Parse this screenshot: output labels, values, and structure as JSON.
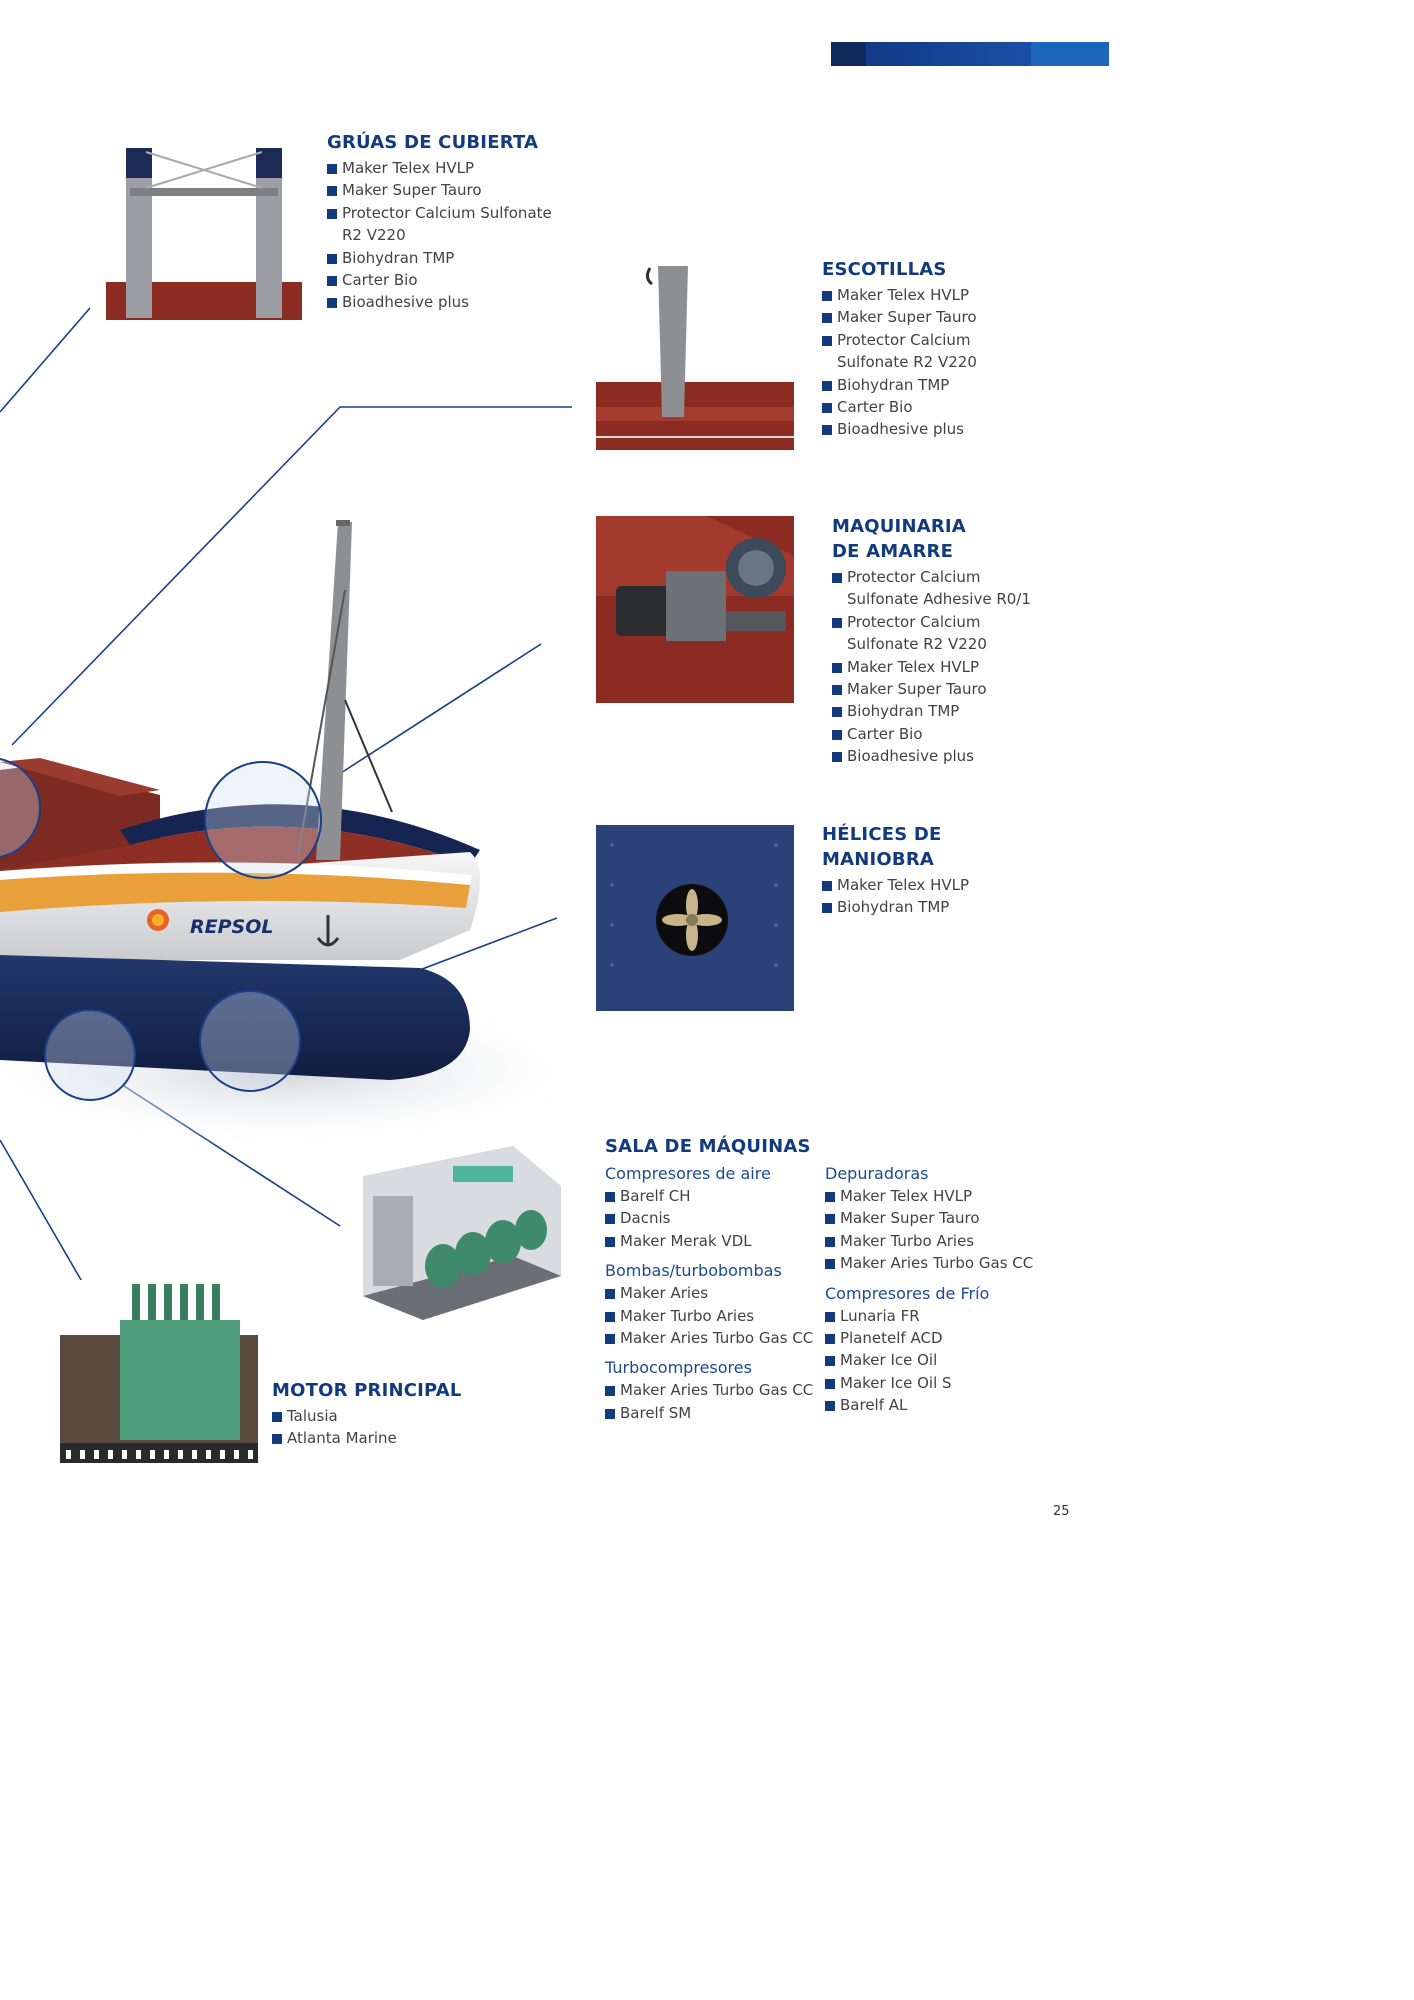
{
  "brand": {
    "primary": "#123a7e",
    "accent": "#1c66be"
  },
  "page_number": "25",
  "ship": {
    "hull_text": "REPSOL"
  },
  "gruas": {
    "title": "GRÚAS DE CUBIERTA",
    "items": [
      "Maker Telex HVLP",
      "Maker Super Tauro",
      "Protector Calcium Sulfonate\nR2 V220",
      "Biohydran TMP",
      "Carter Bio",
      "Bioadhesive plus"
    ]
  },
  "escotillas": {
    "title": "ESCOTILLAS",
    "items": [
      "Maker Telex HVLP",
      "Maker Super Tauro",
      "Protector Calcium\nSulfonate R2 V220",
      "Biohydran TMP",
      "Carter Bio",
      "Bioadhesive plus"
    ]
  },
  "amarre": {
    "title_line1": "MAQUINARIA",
    "title_line2": "DE AMARRE",
    "items": [
      "Protector Calcium\nSulfonate Adhesive R0/1",
      "Protector Calcium\nSulfonate R2 V220",
      "Maker Telex HVLP",
      "Maker Super Tauro",
      "Biohydran TMP",
      "Carter Bio",
      "Bioadhesive plus"
    ]
  },
  "helices": {
    "title_line1": "HÉLICES DE",
    "title_line2": "MANIOBRA",
    "items": [
      "Maker Telex HVLP",
      "Biohydran TMP"
    ]
  },
  "sala": {
    "title": "SALA DE MÁQUINAS",
    "compresores_aire": {
      "label": "Compresores de aire",
      "items": [
        "Barelf CH",
        "Dacnis",
        "Maker Merak VDL"
      ]
    },
    "bombas": {
      "label": "Bombas/turbobombas",
      "items": [
        "Maker Aries",
        "Maker Turbo Aries",
        "Maker Aries Turbo Gas CC"
      ]
    },
    "turbocompresores": {
      "label": "Turbocompresores",
      "items": [
        "Maker Aries Turbo Gas CC",
        "Barelf SM"
      ]
    },
    "depuradoras": {
      "label": "Depuradoras",
      "items": [
        "Maker Telex HVLP",
        "Maker Super Tauro",
        "Maker Turbo Aries",
        "Maker Aries Turbo Gas CC"
      ]
    },
    "compresores_frio": {
      "label": "Compresores de Frío",
      "items": [
        "Lunaria FR",
        "Planetelf ACD",
        "Maker Ice Oil",
        "Maker Ice Oil S",
        "Barelf AL"
      ]
    }
  },
  "motor": {
    "title": "MOTOR PRINCIPAL",
    "items": [
      "Talusia",
      "Atlanta Marine"
    ]
  }
}
